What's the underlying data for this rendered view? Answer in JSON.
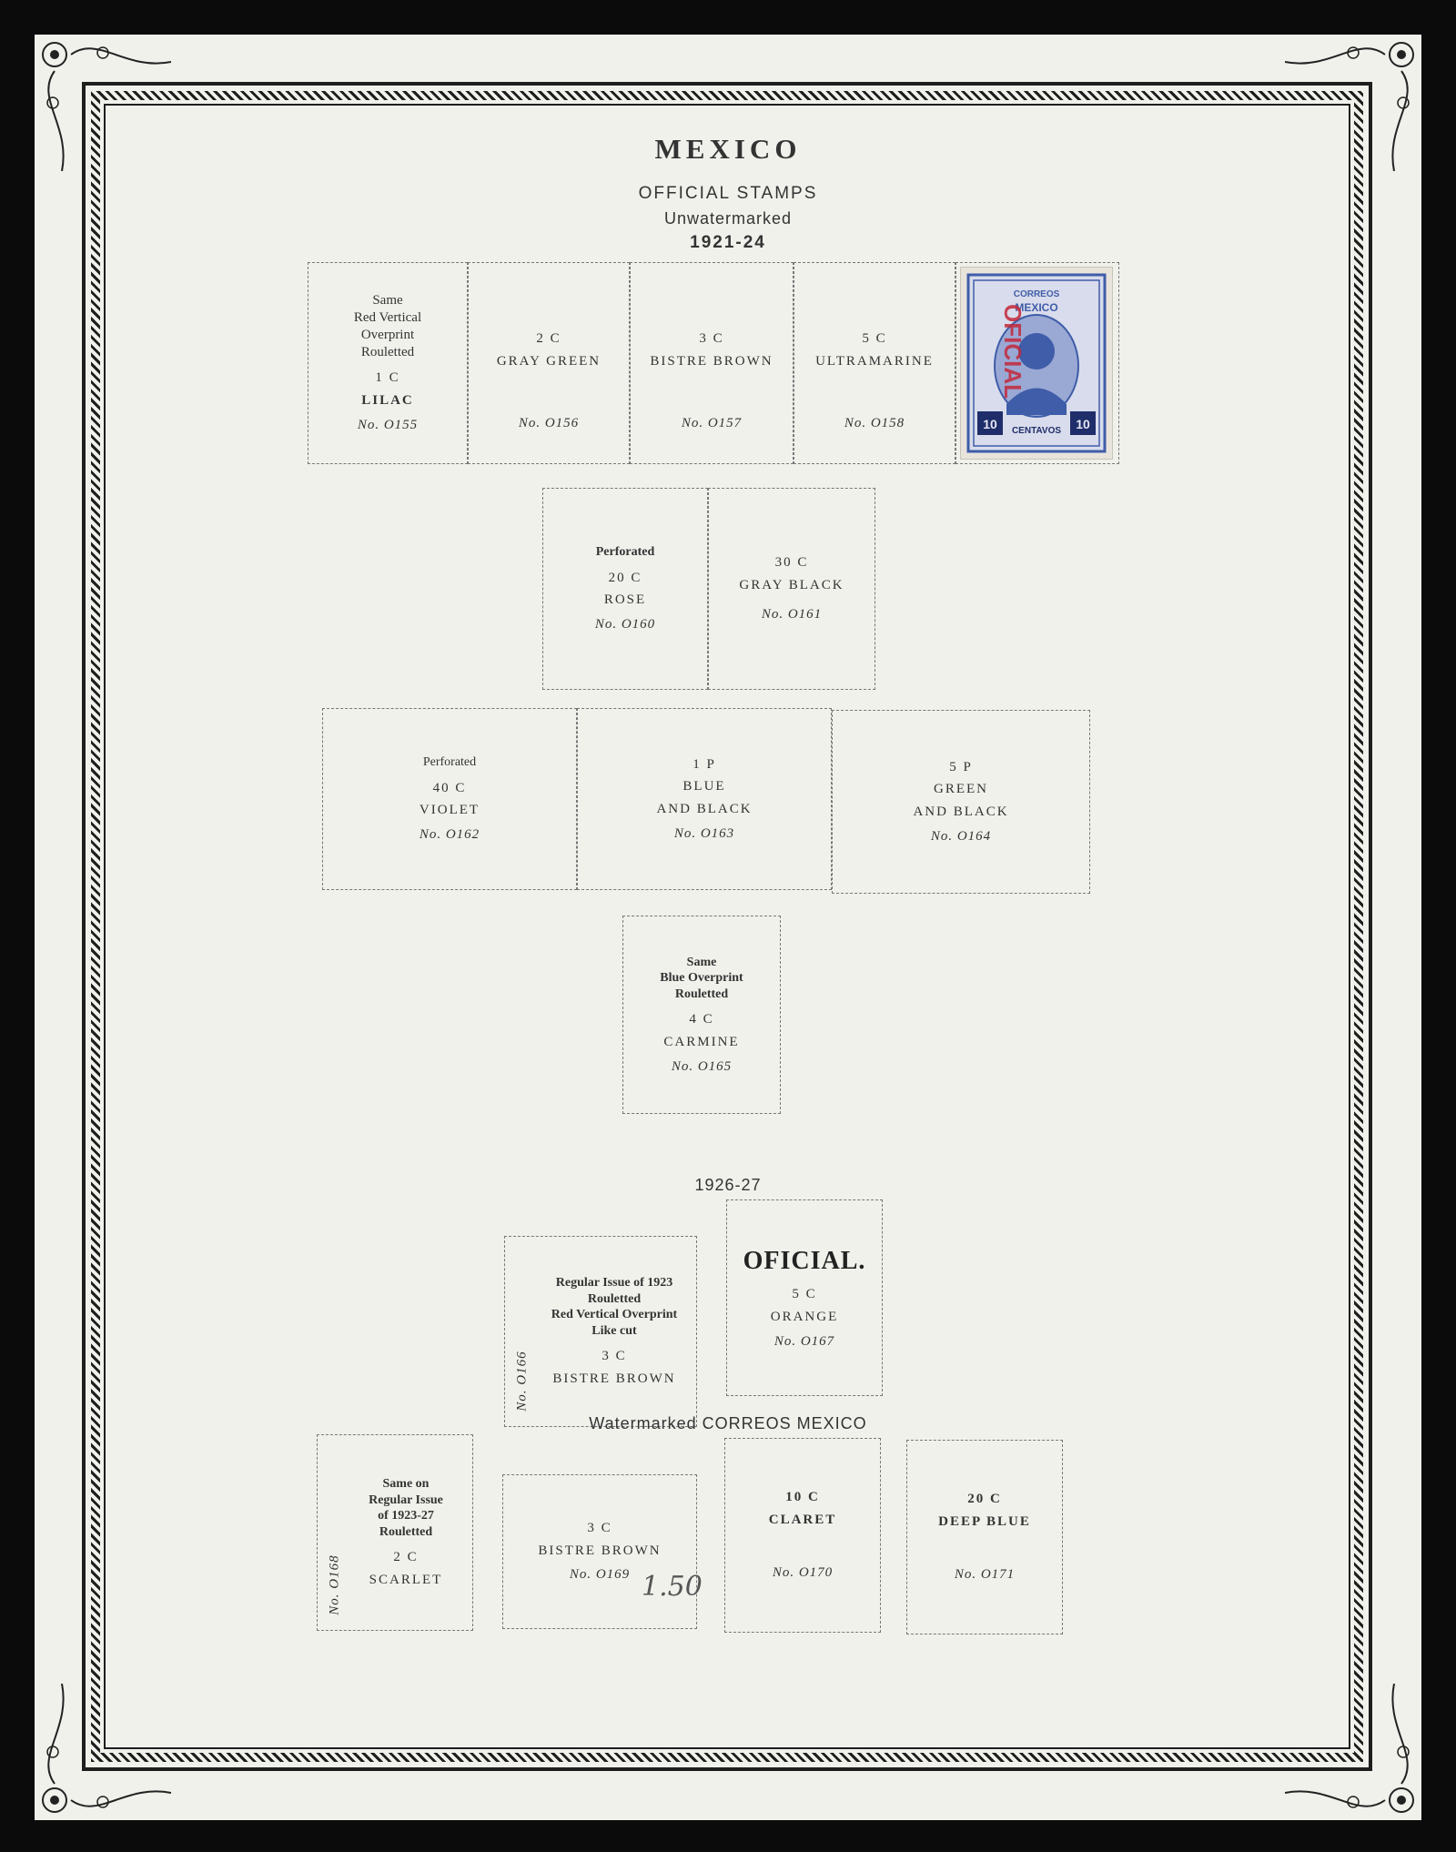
{
  "header": {
    "title": "MEXICO",
    "subtitle": "OFFICIAL STAMPS",
    "watermark_note": "Unwatermarked",
    "period": "1921-24"
  },
  "row1": [
    {
      "lines": [
        "Same",
        "Red Vertical",
        "Overprint",
        "Rouletted"
      ],
      "value": "1 C",
      "color": "LILAC",
      "number": "No. O155"
    },
    {
      "value": "2 C",
      "color": "GRAY GREEN",
      "number": "No. O156"
    },
    {
      "value": "3 C",
      "color": "BISTRE BROWN",
      "number": "No. O157"
    },
    {
      "value": "5 C",
      "color": "ULTRAMARINE",
      "number": "No. O158"
    }
  ],
  "stamp": {
    "top_text": "CORREOS",
    "country": "MEXICO",
    "overprint": "OFICIAL",
    "denomination": "10",
    "bottom_text": "CENTAVOS",
    "overprint_color": "#c2283a",
    "ink_color": "#3f5da8"
  },
  "row2": [
    {
      "note": "Perforated",
      "value": "20 C",
      "color": "ROSE",
      "number": "No. O160"
    },
    {
      "value": "30 C",
      "color": "GRAY BLACK",
      "number": "No. O161"
    }
  ],
  "row3": [
    {
      "note": "Perforated",
      "value": "40 C",
      "color": "VIOLET",
      "number": "No. O162"
    },
    {
      "value": "1 P",
      "color1": "BLUE",
      "color2": "AND BLACK",
      "number": "No. O163"
    },
    {
      "value": "5 P",
      "color1": "GREEN",
      "color2": "AND BLACK",
      "number": "No. O164"
    }
  ],
  "row4": [
    {
      "lines": [
        "Same",
        "Blue Overprint",
        "Rouletted"
      ],
      "value": "4 C",
      "color": "CARMINE",
      "number": "No. O165"
    }
  ],
  "section2": {
    "period": "1926-27",
    "box1": {
      "lines": [
        "Regular Issue of 1923",
        "Rouletted",
        "Red Vertical Overprint",
        "Like cut"
      ],
      "value": "3 C",
      "color": "BISTRE BROWN",
      "number": "No. O166"
    },
    "box2": {
      "overprint": "OFICIAL.",
      "value": "5 C",
      "color": "ORANGE",
      "number": "No. O167"
    }
  },
  "section3": {
    "heading": "Watermarked CORREOS MEXICO",
    "box1": {
      "lines": [
        "Same on",
        "Regular Issue",
        "of 1923-27",
        "Rouletted"
      ],
      "value": "2 C",
      "color": "SCARLET",
      "number": "No. O168"
    },
    "box2": {
      "value": "3 C",
      "color": "BISTRE BROWN",
      "number": "No. O169",
      "pencil": "1.50"
    },
    "box3": {
      "value": "10 C",
      "color": "CLARET",
      "number": "No. O170"
    },
    "box4": {
      "value": "20 C",
      "color": "DEEP BLUE",
      "number": "No. O171"
    }
  }
}
